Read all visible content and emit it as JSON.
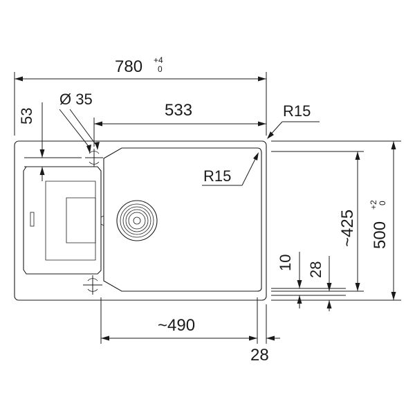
{
  "dimensions": {
    "overall_width": {
      "value": "780",
      "tol_upper": "+4",
      "tol_lower": "0"
    },
    "overall_depth": {
      "value": "500",
      "tol_upper": "+2",
      "tol_lower": "0"
    },
    "hole_diameter": "Ø 35",
    "bowl_width": "533",
    "corner_radius_outer": "R15",
    "corner_radius_bowl": "R15",
    "offset_top": "53",
    "bowl_depth": "~425",
    "offset_10": "10",
    "offset_28_vertical": "28",
    "bowl_bottom_width": "~490",
    "offset_28_horizontal": "28"
  }
}
